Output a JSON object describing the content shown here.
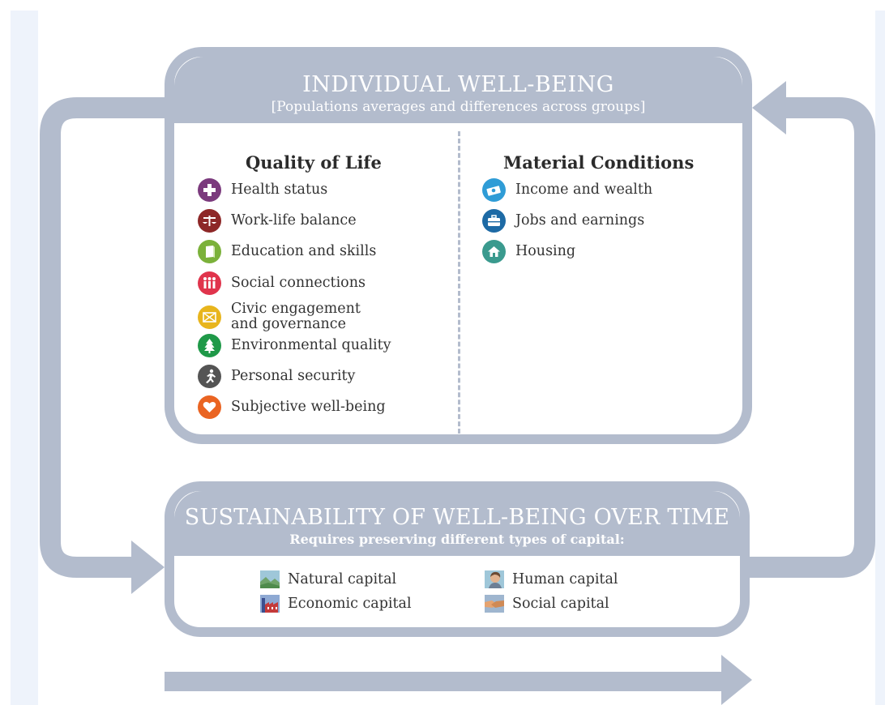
{
  "top_box": {
    "title": "INDIVIDUAL WELL-BEING",
    "subtitle": "[Populations averages and differences across groups]"
  },
  "quality_of_life": {
    "heading": "Quality of Life",
    "items": [
      {
        "label": "Health status",
        "color": "#7b3a7d",
        "icon": "plus-icon"
      },
      {
        "label": "Work-life balance",
        "color": "#8d2727",
        "icon": "balance-scale-icon"
      },
      {
        "label": "Education and skills",
        "color": "#7bb13a",
        "icon": "book-icon"
      },
      {
        "label": "Social connections",
        "color": "#e0344c",
        "icon": "people-icon"
      },
      {
        "label": "Civic engagement",
        "label2": "and governance",
        "color": "#e8b51d",
        "icon": "envelope-icon"
      },
      {
        "label": "Environmental quality",
        "color": "#1f9948",
        "icon": "tree-icon"
      },
      {
        "label": "Personal security",
        "color": "#545454",
        "icon": "running-person-icon"
      },
      {
        "label": "Subjective well-being",
        "color": "#ea6422",
        "icon": "heart-icon"
      }
    ]
  },
  "material_conditions": {
    "heading": "Material Conditions",
    "items": [
      {
        "label": "Income and wealth",
        "color": "#2f9cd6",
        "icon": "money-icon"
      },
      {
        "label": "Jobs and earnings",
        "color": "#1d6aa5",
        "icon": "briefcase-icon"
      },
      {
        "label": "Housing",
        "color": "#3a9a8e",
        "icon": "house-icon"
      }
    ]
  },
  "bottom_box": {
    "title": "SUSTAINABILITY OF WELL-BEING OVER TIME",
    "subtitle": "Requires preserving different types of capital:",
    "capitals": [
      {
        "label": "Natural capital",
        "icon": "landscape-icon"
      },
      {
        "label": "Human capital",
        "icon": "person-head-icon"
      },
      {
        "label": "Economic capital",
        "icon": "factory-icon"
      },
      {
        "label": "Social capital",
        "icon": "handshake-icon"
      }
    ]
  },
  "colors": {
    "frame": "#b3bccd",
    "background_strip": "#eef3fb",
    "text": "#333333"
  }
}
